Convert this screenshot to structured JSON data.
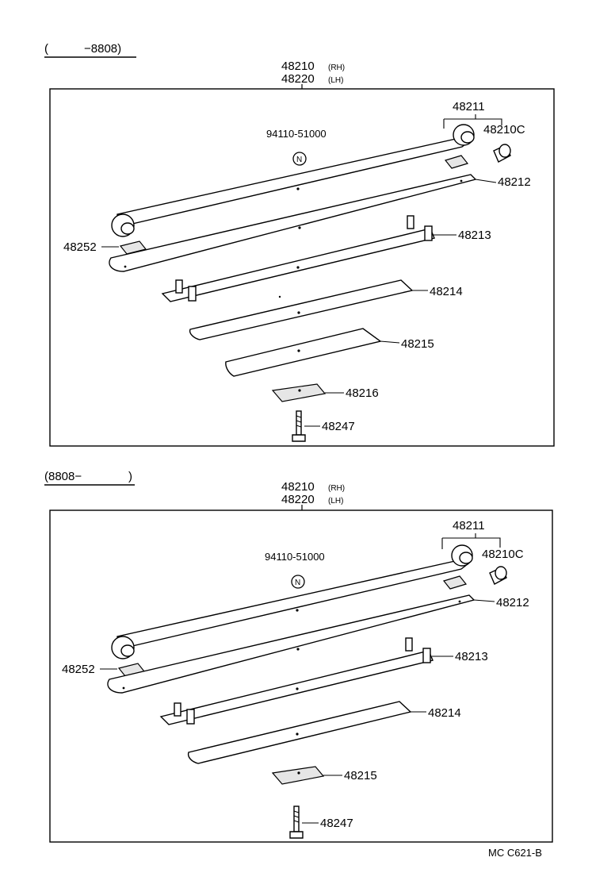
{
  "sections": [
    {
      "range_open": "(",
      "range_value": "−8808)",
      "assembly": {
        "part_rh": "48210",
        "tag_rh": "(RH)",
        "part_lh": "48220",
        "tag_lh": "(LH)"
      },
      "callouts": {
        "main_leaf": "48211",
        "bushing": "48210C",
        "new_part_number": "94110-51000",
        "new_part_symbol": "N",
        "insert": "48252",
        "leaf_2": "48212",
        "leaf_3": "48213",
        "leaf_4": "48214",
        "leaf_5": "48215",
        "spacer": "48216",
        "center_bolt": "48247"
      }
    },
    {
      "range_open": "(8808−",
      "range_value": ")",
      "assembly": {
        "part_rh": "48210",
        "tag_rh": "(RH)",
        "part_lh": "48220",
        "tag_lh": "(LH)"
      },
      "callouts": {
        "main_leaf": "48211",
        "bushing": "48210C",
        "new_part_number": "94110-51000",
        "new_part_symbol": "N",
        "insert": "48252",
        "leaf_2": "48212",
        "leaf_3": "48213",
        "leaf_4": "48214",
        "spacer": "48215",
        "center_bolt": "48247"
      }
    }
  ],
  "figure_code": "MC C621-B"
}
